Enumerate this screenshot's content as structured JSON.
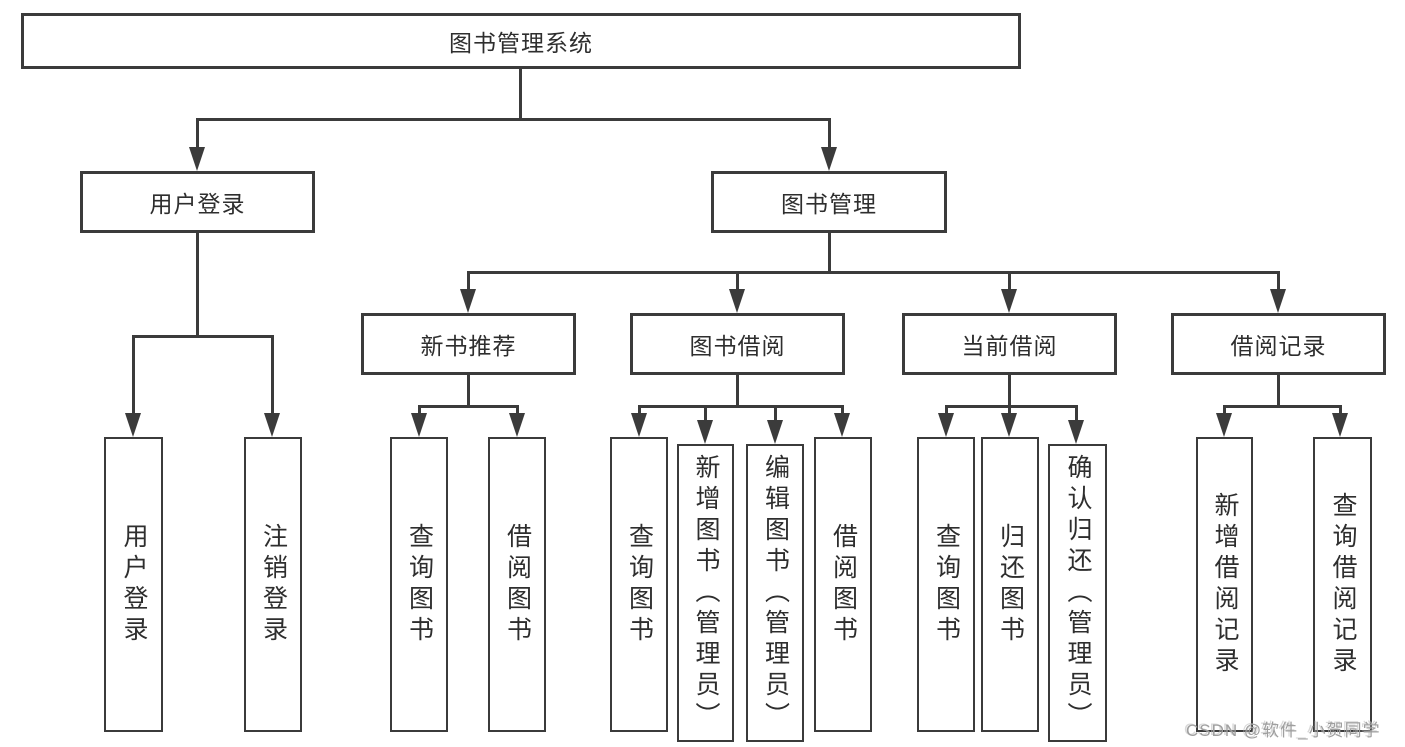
{
  "diagram_title": "图书管理系统",
  "colors": {
    "line": "#3b3b3b",
    "text": "#2e2e2e",
    "watermark": "#9f9f9f",
    "background": "#ffffff"
  },
  "tree": {
    "root": "图书管理系统",
    "children": [
      {
        "label": "用户登录",
        "children": [
          "用户登录",
          "注销登录"
        ]
      },
      {
        "label": "图书管理",
        "children": [
          {
            "label": "新书推荐",
            "children": [
              "查询图书",
              "借阅图书"
            ]
          },
          {
            "label": "图书借阅",
            "children": [
              "查询图书",
              "新增图书（管理员）",
              "编辑图书（管理员）",
              "借阅图书"
            ]
          },
          {
            "label": "当前借阅",
            "children": [
              "查询图书",
              "归还图书",
              "确认归还（管理员）"
            ]
          },
          {
            "label": "借阅记录",
            "children": [
              "新增借阅记录",
              "查询借阅记录"
            ]
          }
        ]
      }
    ]
  },
  "watermark": {
    "text": "CSDN @软件_小贺同学"
  }
}
